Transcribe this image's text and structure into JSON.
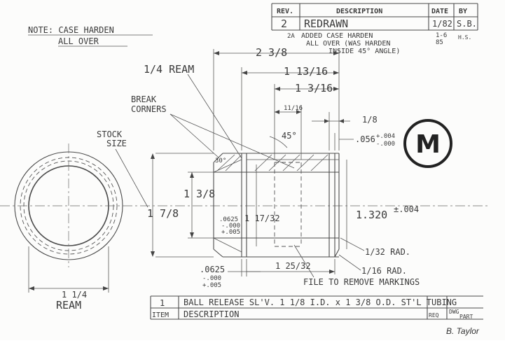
{
  "note": {
    "line1": "NOTE: CASE HARDEN",
    "line2": "ALL OVER"
  },
  "revision_table": {
    "headers": [
      "REV.",
      "DESCRIPTION",
      "DATE",
      "BY"
    ],
    "rows": [
      {
        "rev": "2",
        "description": "REDRAWN",
        "date": "1/82",
        "by": "S.B."
      },
      {
        "rev": "2A",
        "description_1": "ADDED CASE HARDEN",
        "description_2": "ALL OVER (WAS HARDEN",
        "description_3": "INSIDE 45° ANGLE)",
        "date_1": "1-6",
        "date_2": "85",
        "by": "H.S."
      }
    ]
  },
  "dimensions": {
    "overall_length": "2 3/8",
    "length_1": "1 13/16",
    "length_2": "1 3/16",
    "length_3": "11/16",
    "length_4": "1/8",
    "chamfer_depth": ".056",
    "chamfer_tol_plus": "+.004",
    "chamfer_tol_minus": "-.000",
    "angle_45": "45°",
    "angle_30": "30°",
    "od_1_7_8": "1 7/8",
    "bore_1_3_8": "1 3/8",
    "bore_1_17_32": "1 17/32",
    "od_1_320": "1.320",
    "od_tol": "±.004",
    "groove_1": ".0625",
    "groove_1_tol_minus": "-.000",
    "groove_1_tol_plus": "+.005",
    "groove_2": ".0625",
    "groove_2_tol_minus": "-.000",
    "groove_2_tol_plus": "+.005",
    "length_1_25_32": "1 25/32",
    "rad_1": "1/32 RAD.",
    "rad_2": "1/16 RAD.",
    "ream_end": "1 1/4",
    "ream_end_label": "REAM"
  },
  "callouts": {
    "ream": "1/4 REAM",
    "break_1": "BREAK",
    "break_2": "CORNERS",
    "stock_1": "STOCK",
    "stock_2": "SIZE",
    "file": "FILE TO REMOVE MARKINGS"
  },
  "stamp": {
    "letter": "M"
  },
  "parts_list": {
    "item": "1",
    "description": "BALL RELEASE SL'V. 1 1/8 I.D. x 1 3/8 O.D. ST'L TUBING",
    "header_item": "ITEM",
    "header_description": "DESCRIPTION",
    "header_req": "REQ",
    "header_dwg_1": "DWG",
    "header_dwg_2": "PART"
  },
  "credit": "B. Taylor"
}
